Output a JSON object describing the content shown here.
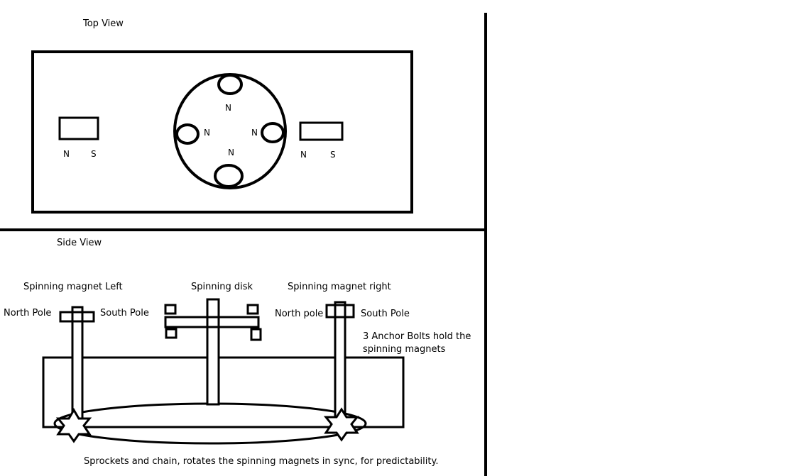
{
  "top_view": {
    "title": "Top View",
    "left_magnet": {
      "n": "N",
      "s": "S"
    },
    "right_magnet": {
      "n": "N",
      "s": "S"
    },
    "disk_poles": {
      "top": "N",
      "left": "N",
      "right": "N",
      "bottom": "N"
    }
  },
  "side_view": {
    "title": "Side View",
    "spinning_magnet_left": "Spinning magnet Left",
    "spinning_disk": "Spinning disk",
    "spinning_magnet_right": "Spinning magnet right",
    "north_pole_left": "North Pole",
    "south_pole_left": "South Pole",
    "north_pole_right": "North pole",
    "south_pole_right": "South Pole",
    "anchor_note_line1": "3 Anchor Bolts hold the",
    "anchor_note_line2": "spinning magnets",
    "sprockets_caption": "Sprockets and chain, rotates the spinning magnets in sync, for predictability."
  }
}
